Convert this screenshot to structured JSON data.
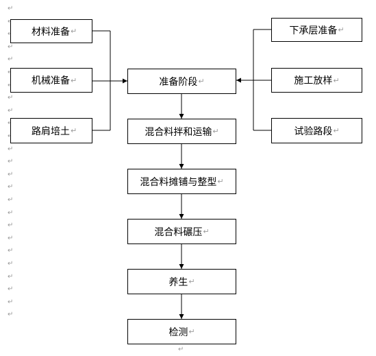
{
  "para_mark": "↵",
  "left_boxes": [
    "材料准备",
    "机械准备",
    "路肩培土"
  ],
  "right_boxes": [
    "下承层准备",
    "施工放样",
    "试验路段"
  ],
  "main_steps": [
    "准备阶段",
    "混合料拌和运输",
    "混合料摊铺与整型",
    "混合料碾压",
    "养生",
    "检测"
  ],
  "colors": {
    "line": "#000000",
    "mark": "#9a9a9a"
  }
}
